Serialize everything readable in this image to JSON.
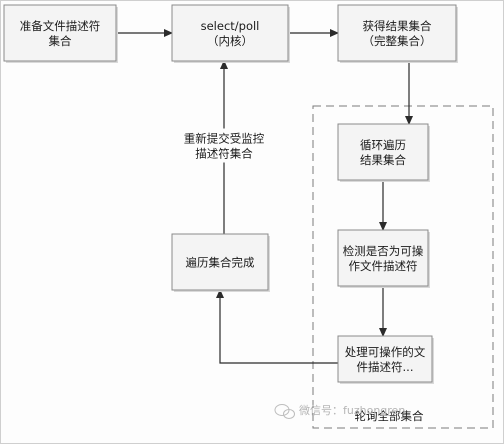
{
  "diagram": {
    "nodes": [
      {
        "id": "prepare",
        "lines": [
          "准备文件描述符",
          "集合"
        ]
      },
      {
        "id": "select",
        "lines": [
          "select/poll",
          "（内核）"
        ]
      },
      {
        "id": "result",
        "lines": [
          "获得结果集合",
          "（完整集合）"
        ]
      },
      {
        "id": "loop",
        "lines": [
          "循环遍历",
          "结果集合"
        ]
      },
      {
        "id": "check",
        "lines": [
          "检测是否为可操",
          "作文件描述符"
        ]
      },
      {
        "id": "handle",
        "lines": [
          "处理可操作的文",
          "件描述符..."
        ]
      },
      {
        "id": "done",
        "lines": [
          "遍历集合完成"
        ]
      }
    ],
    "edges": [
      {
        "from": "prepare",
        "to": "select"
      },
      {
        "from": "select",
        "to": "result"
      },
      {
        "from": "result",
        "to": "loop"
      },
      {
        "from": "loop",
        "to": "check"
      },
      {
        "from": "check",
        "to": "handle"
      },
      {
        "from": "handle",
        "to": "done"
      },
      {
        "from": "done",
        "to": "select",
        "label": [
          "重新提交受监控",
          "描述符集合"
        ]
      }
    ],
    "group": {
      "label": "轮询全部集合"
    }
  },
  "watermark": {
    "text": "微信号：fuzhongren",
    "icon": "wechat-icon"
  }
}
